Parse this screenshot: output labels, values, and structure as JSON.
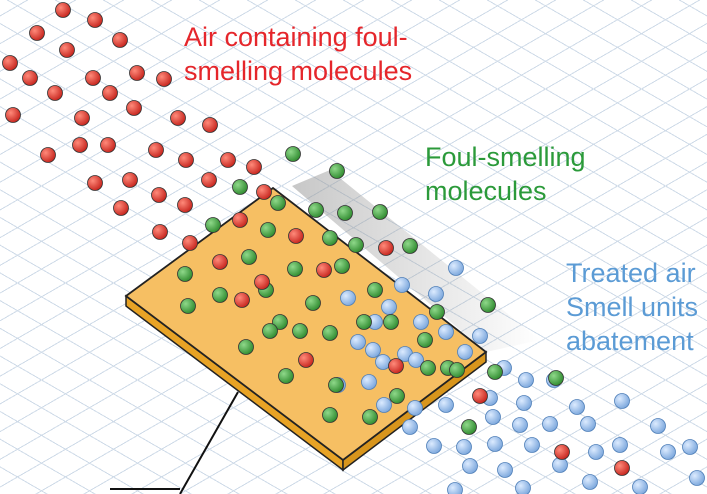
{
  "labels": {
    "incoming_air": {
      "lines": [
        "Air containing foul-",
        "smelling molecules"
      ],
      "color": "#e5262b"
    },
    "foul_molecules": {
      "lines": [
        "Foul-smelling",
        "molecules"
      ],
      "color": "#2b9a3a"
    },
    "treated_air": {
      "lines": [
        "Treated air",
        "Smell units",
        "abatement"
      ],
      "color": "#5b9bd5"
    }
  },
  "colors": {
    "red_molecule": "#d9302a",
    "green_molecule": "#3f9a3c",
    "blue_molecule": "#8ab4e4",
    "filter_top": "#f6bf63",
    "filter_side": "#e8a325",
    "filter_outline": "#222222"
  }
}
